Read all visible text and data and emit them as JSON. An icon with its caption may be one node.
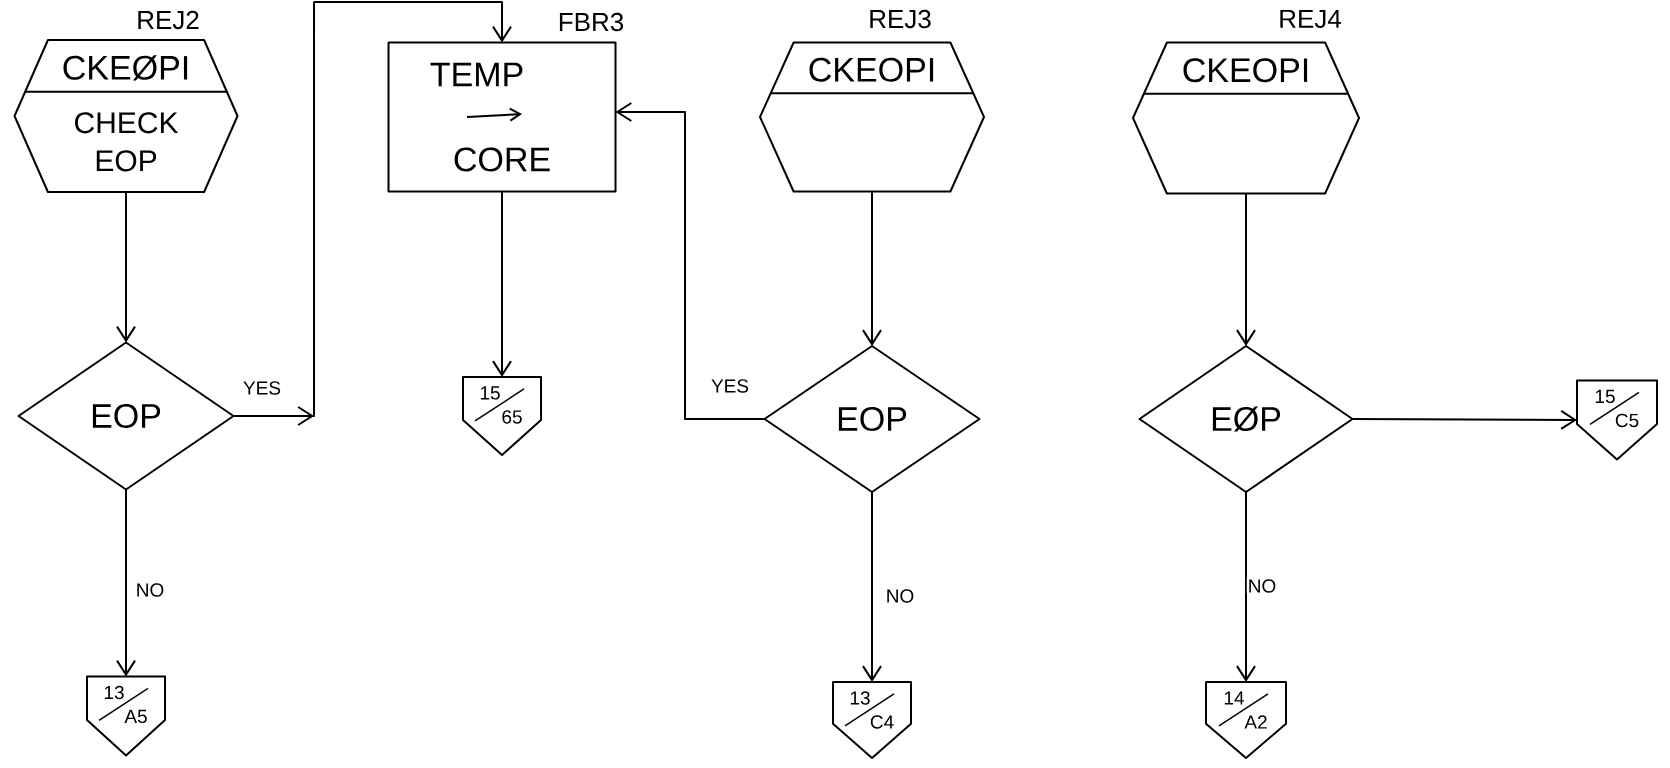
{
  "diagram": {
    "nodes": [
      {
        "text": [
          "CKEØPI",
          "CHECK EOP"
        ],
        "beside": [
          "REJ2"
        ]
      },
      {
        "text": [
          "EOP"
        ]
      },
      {
        "text": [
          "13",
          "A5"
        ]
      },
      {
        "text": [
          "TEMP",
          "CORE"
        ],
        "beside": [
          "FBR3"
        ]
      },
      {
        "text": [
          "15",
          "65"
        ]
      },
      {
        "text": [
          "CKEOPI"
        ],
        "beside": [
          "REJ3"
        ]
      },
      {
        "text": [
          "EOP"
        ]
      },
      {
        "text": [
          "13",
          "C4"
        ]
      },
      {
        "text": [
          "CKEOPI"
        ],
        "beside": [
          "REJ4"
        ]
      },
      {
        "text": [
          "EØP"
        ]
      },
      {
        "text": [
          "15",
          "C5"
        ]
      },
      {
        "text": [
          "14",
          "A2"
        ]
      }
    ],
    "edges": [
      {
        "from": 0,
        "to": 1,
        "arrow": "to"
      },
      {
        "from": 1,
        "to": 3,
        "arrow": "to",
        "label": "YES"
      },
      {
        "from": 1,
        "to": 2,
        "arrow": "to",
        "label": "NO"
      },
      {
        "from": 3,
        "to": 4,
        "arrow": "to"
      },
      {
        "from": 5,
        "to": 6,
        "arrow": "to"
      },
      {
        "from": 6,
        "to": 3,
        "arrow": "to",
        "label": "YES"
      },
      {
        "from": 6,
        "to": 7,
        "arrow": "to",
        "label": "NO"
      },
      {
        "from": 8,
        "to": 9,
        "arrow": "to"
      },
      {
        "from": 9,
        "to": 10,
        "arrow": "to"
      },
      {
        "from": 9,
        "to": 11,
        "arrow": "to",
        "label": "NO"
      }
    ]
  }
}
